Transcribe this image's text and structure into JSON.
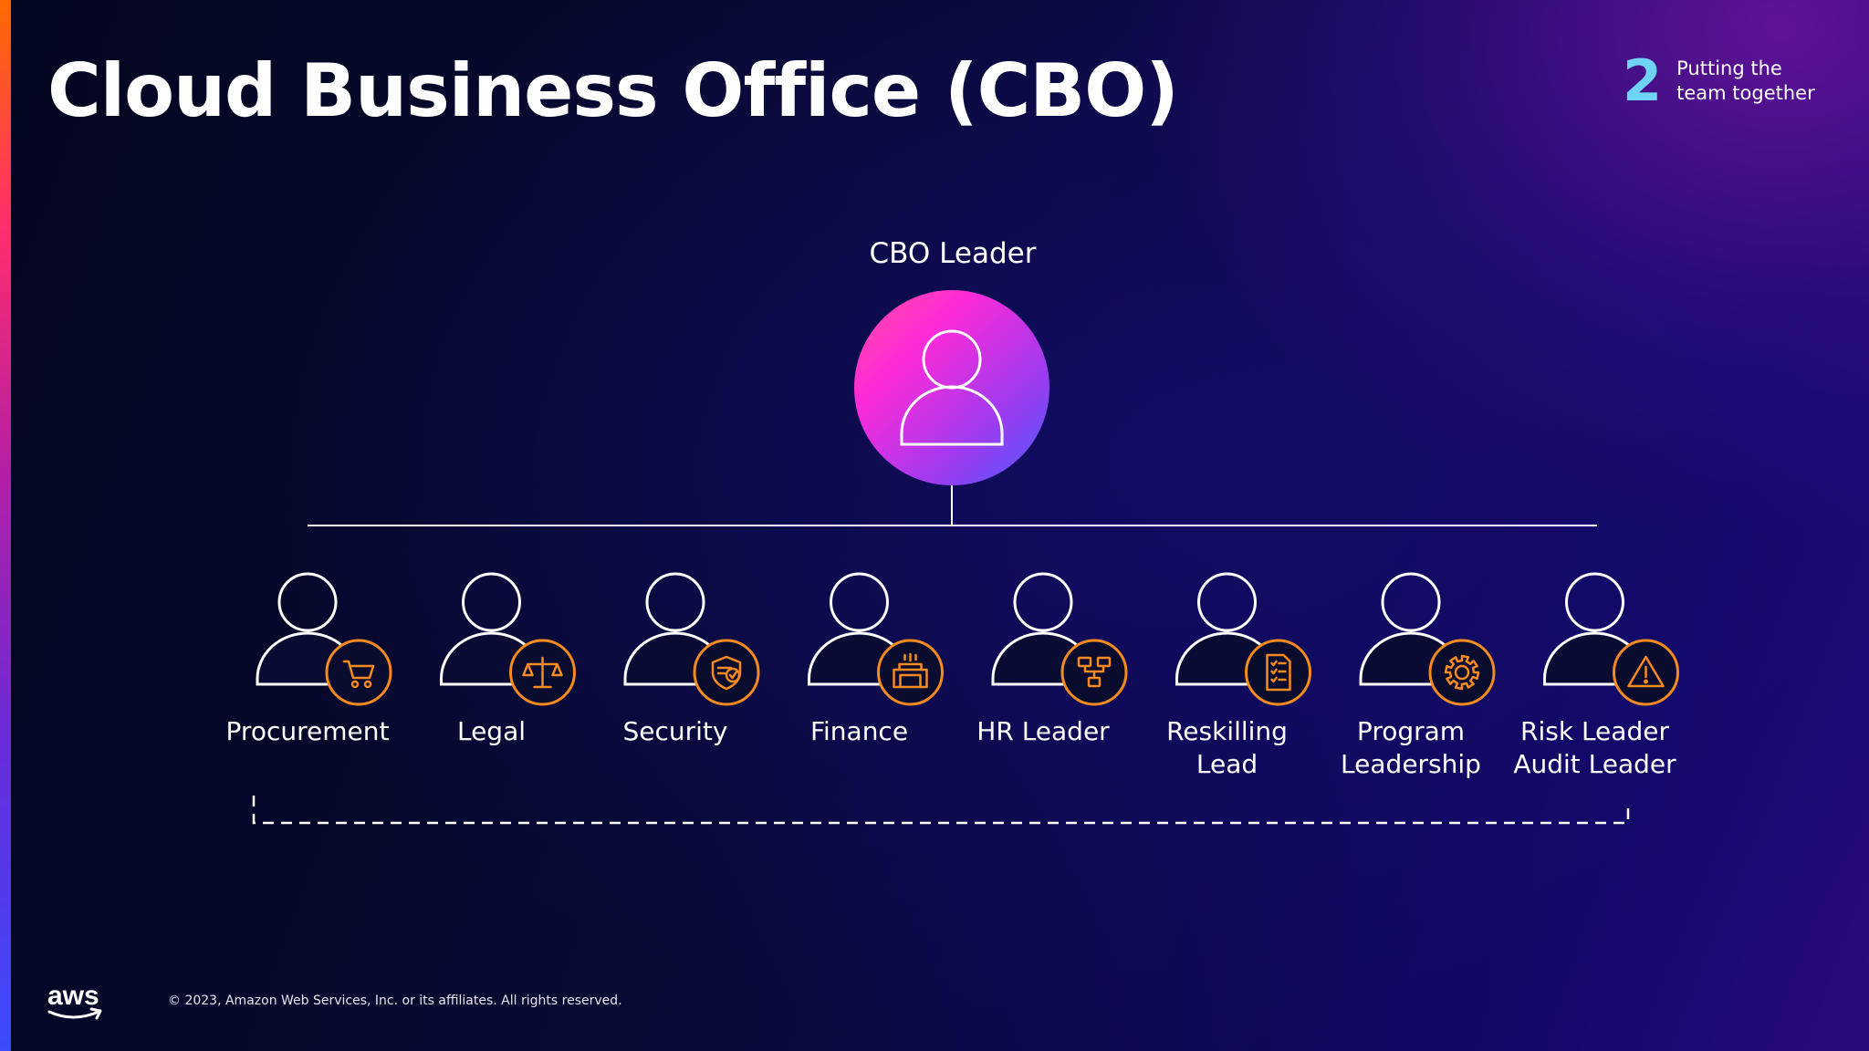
{
  "slide": {
    "title": "Cloud Business Office (CBO)",
    "section_number": "2",
    "section_label": "Putting the team together"
  },
  "org_chart": {
    "leader": {
      "label": "CBO Leader",
      "icon": "person-icon"
    },
    "members": [
      {
        "label": "Procurement",
        "icon": "shopping-cart-icon"
      },
      {
        "label": "Legal",
        "icon": "scales-icon"
      },
      {
        "label": "Security",
        "icon": "shield-check-icon"
      },
      {
        "label": "Finance",
        "icon": "bank-icon"
      },
      {
        "label": "HR Leader",
        "icon": "org-chart-icon"
      },
      {
        "label": "Reskilling\nLead",
        "icon": "checklist-document-icon"
      },
      {
        "label": "Program\nLeadership",
        "icon": "gear-icon"
      },
      {
        "label": "Risk Leader\nAudit Leader",
        "icon": "warning-icon"
      }
    ]
  },
  "footer": {
    "logo_text": "aws",
    "copyright": "© 2023, Amazon Web Services, Inc. or its affiliates. All rights reserved."
  },
  "colors": {
    "accent_orange": "#f58a1f",
    "leader_gradient_start": "#ff2ad8",
    "leader_gradient_end": "#4a5cff",
    "section_number": "#6fd3f5"
  }
}
